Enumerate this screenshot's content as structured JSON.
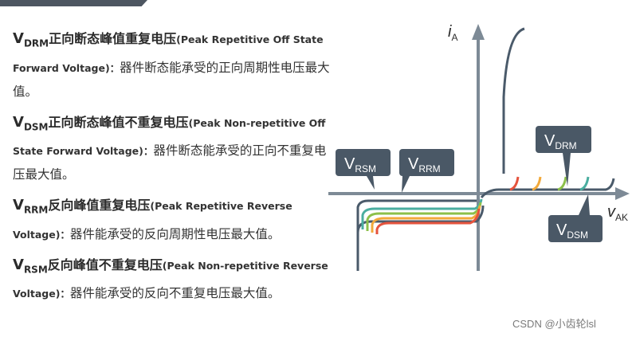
{
  "definitions": [
    {
      "symbol": "V",
      "subscript": "DRM",
      "term": "正向断态峰值重复电压",
      "english": "Peak Repetitive Off State Forward Voltage",
      "description": "器件断态能承受的正向周期性电压最大值。"
    },
    {
      "symbol": "V",
      "subscript": "DSM",
      "term": "正向断态峰值不重复电压",
      "english": "Peak Non-repetitive Off State Forward Voltage",
      "description": "器件断态能承受的正向不重复电压最大值。"
    },
    {
      "symbol": "V",
      "subscript": "RRM",
      "term": "反向峰值重复电压",
      "english": "Peak Repetitive Reverse Voltage",
      "description": "器件能承受的反向周期性电压最大值。"
    },
    {
      "symbol": "V",
      "subscript": "RSM",
      "term": "反向峰值不重复电压",
      "english": "Peak Non-repetitive Reverse Voltage",
      "description": "器件能承受的反向不重复电压最大值。"
    }
  ],
  "diagram": {
    "y_axis_label": "i",
    "y_axis_sub": "A",
    "x_axis_label": "v",
    "x_axis_sub": "AK",
    "callouts": {
      "vrsm": {
        "main": "V",
        "sub": "RSM"
      },
      "vrrm": {
        "main": "V",
        "sub": "RRM"
      },
      "vdrm": {
        "main": "V",
        "sub": "DRM"
      },
      "vdsm": {
        "main": "V",
        "sub": "DSM"
      }
    },
    "curve_colors": [
      "#4a5a6a",
      "#4aaea0",
      "#8cc04a",
      "#f2a93b",
      "#e5533d"
    ],
    "axis_color": "#7d8a96",
    "callout_color": "#4a5866"
  },
  "watermark": "CSDN @小齿轮lsl"
}
